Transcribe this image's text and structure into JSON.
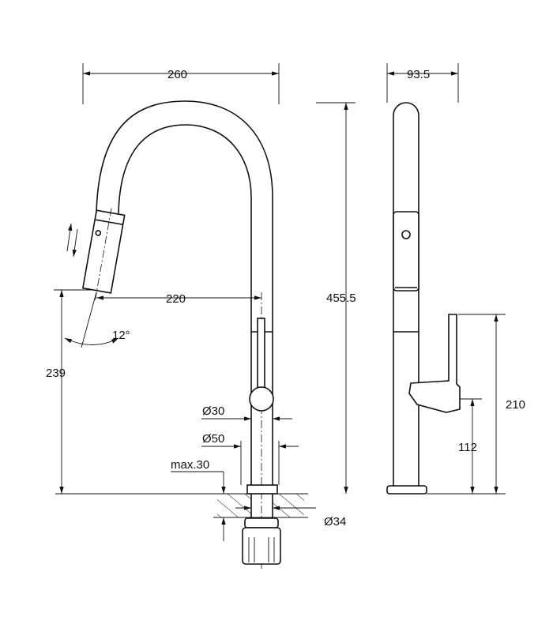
{
  "title": "Pull-down kitchen faucet dimension drawing",
  "dimensions": {
    "overall_width": "260",
    "side_depth": "93.5",
    "overall_height": "455.5",
    "spout_reach": "220",
    "spout_angle": "12°",
    "spout_height": "239",
    "body_diameter": "Ø30",
    "base_diameter": "Ø50",
    "max_counter_thickness": "max.30",
    "hole_diameter": "Ø34",
    "lever_top_height": "210",
    "lever_pivot_height": "112"
  }
}
